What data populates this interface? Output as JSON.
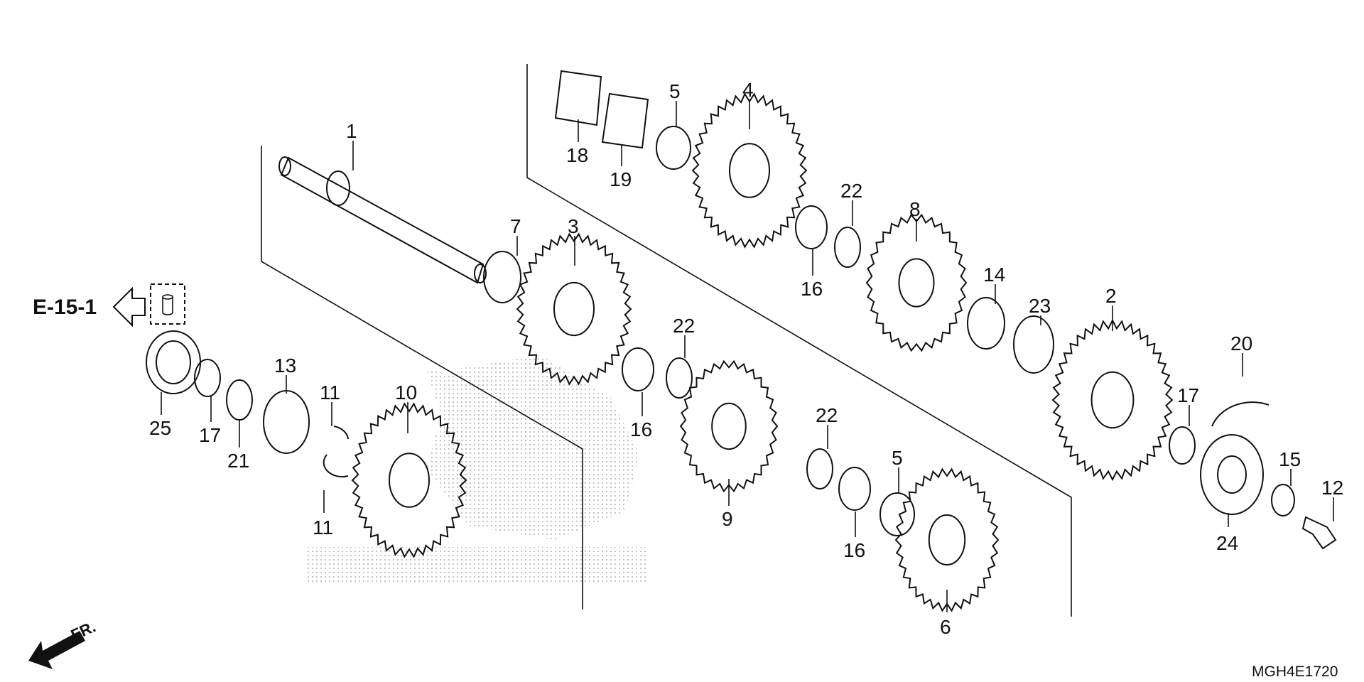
{
  "reference": {
    "label": "E-15-1",
    "arrow_icon": "hollow-left-arrow-icon",
    "part_icon": "dowel-pin-icon"
  },
  "direction": {
    "label": "FR.",
    "arrow_icon": "front-direction-arrow-icon"
  },
  "diagram_code": "MGH4E1720",
  "callouts": [
    "1",
    "2",
    "3",
    "4",
    "5",
    "5",
    "6",
    "7",
    "8",
    "9",
    "10",
    "11",
    "11",
    "12",
    "13",
    "14",
    "15",
    "16",
    "16",
    "16",
    "17",
    "17",
    "18",
    "19",
    "20",
    "21",
    "22",
    "22",
    "22",
    "23",
    "24",
    "25"
  ],
  "colors": {
    "line": "#111111",
    "background": "#ffffff",
    "watermark": "#c8c8c8"
  }
}
